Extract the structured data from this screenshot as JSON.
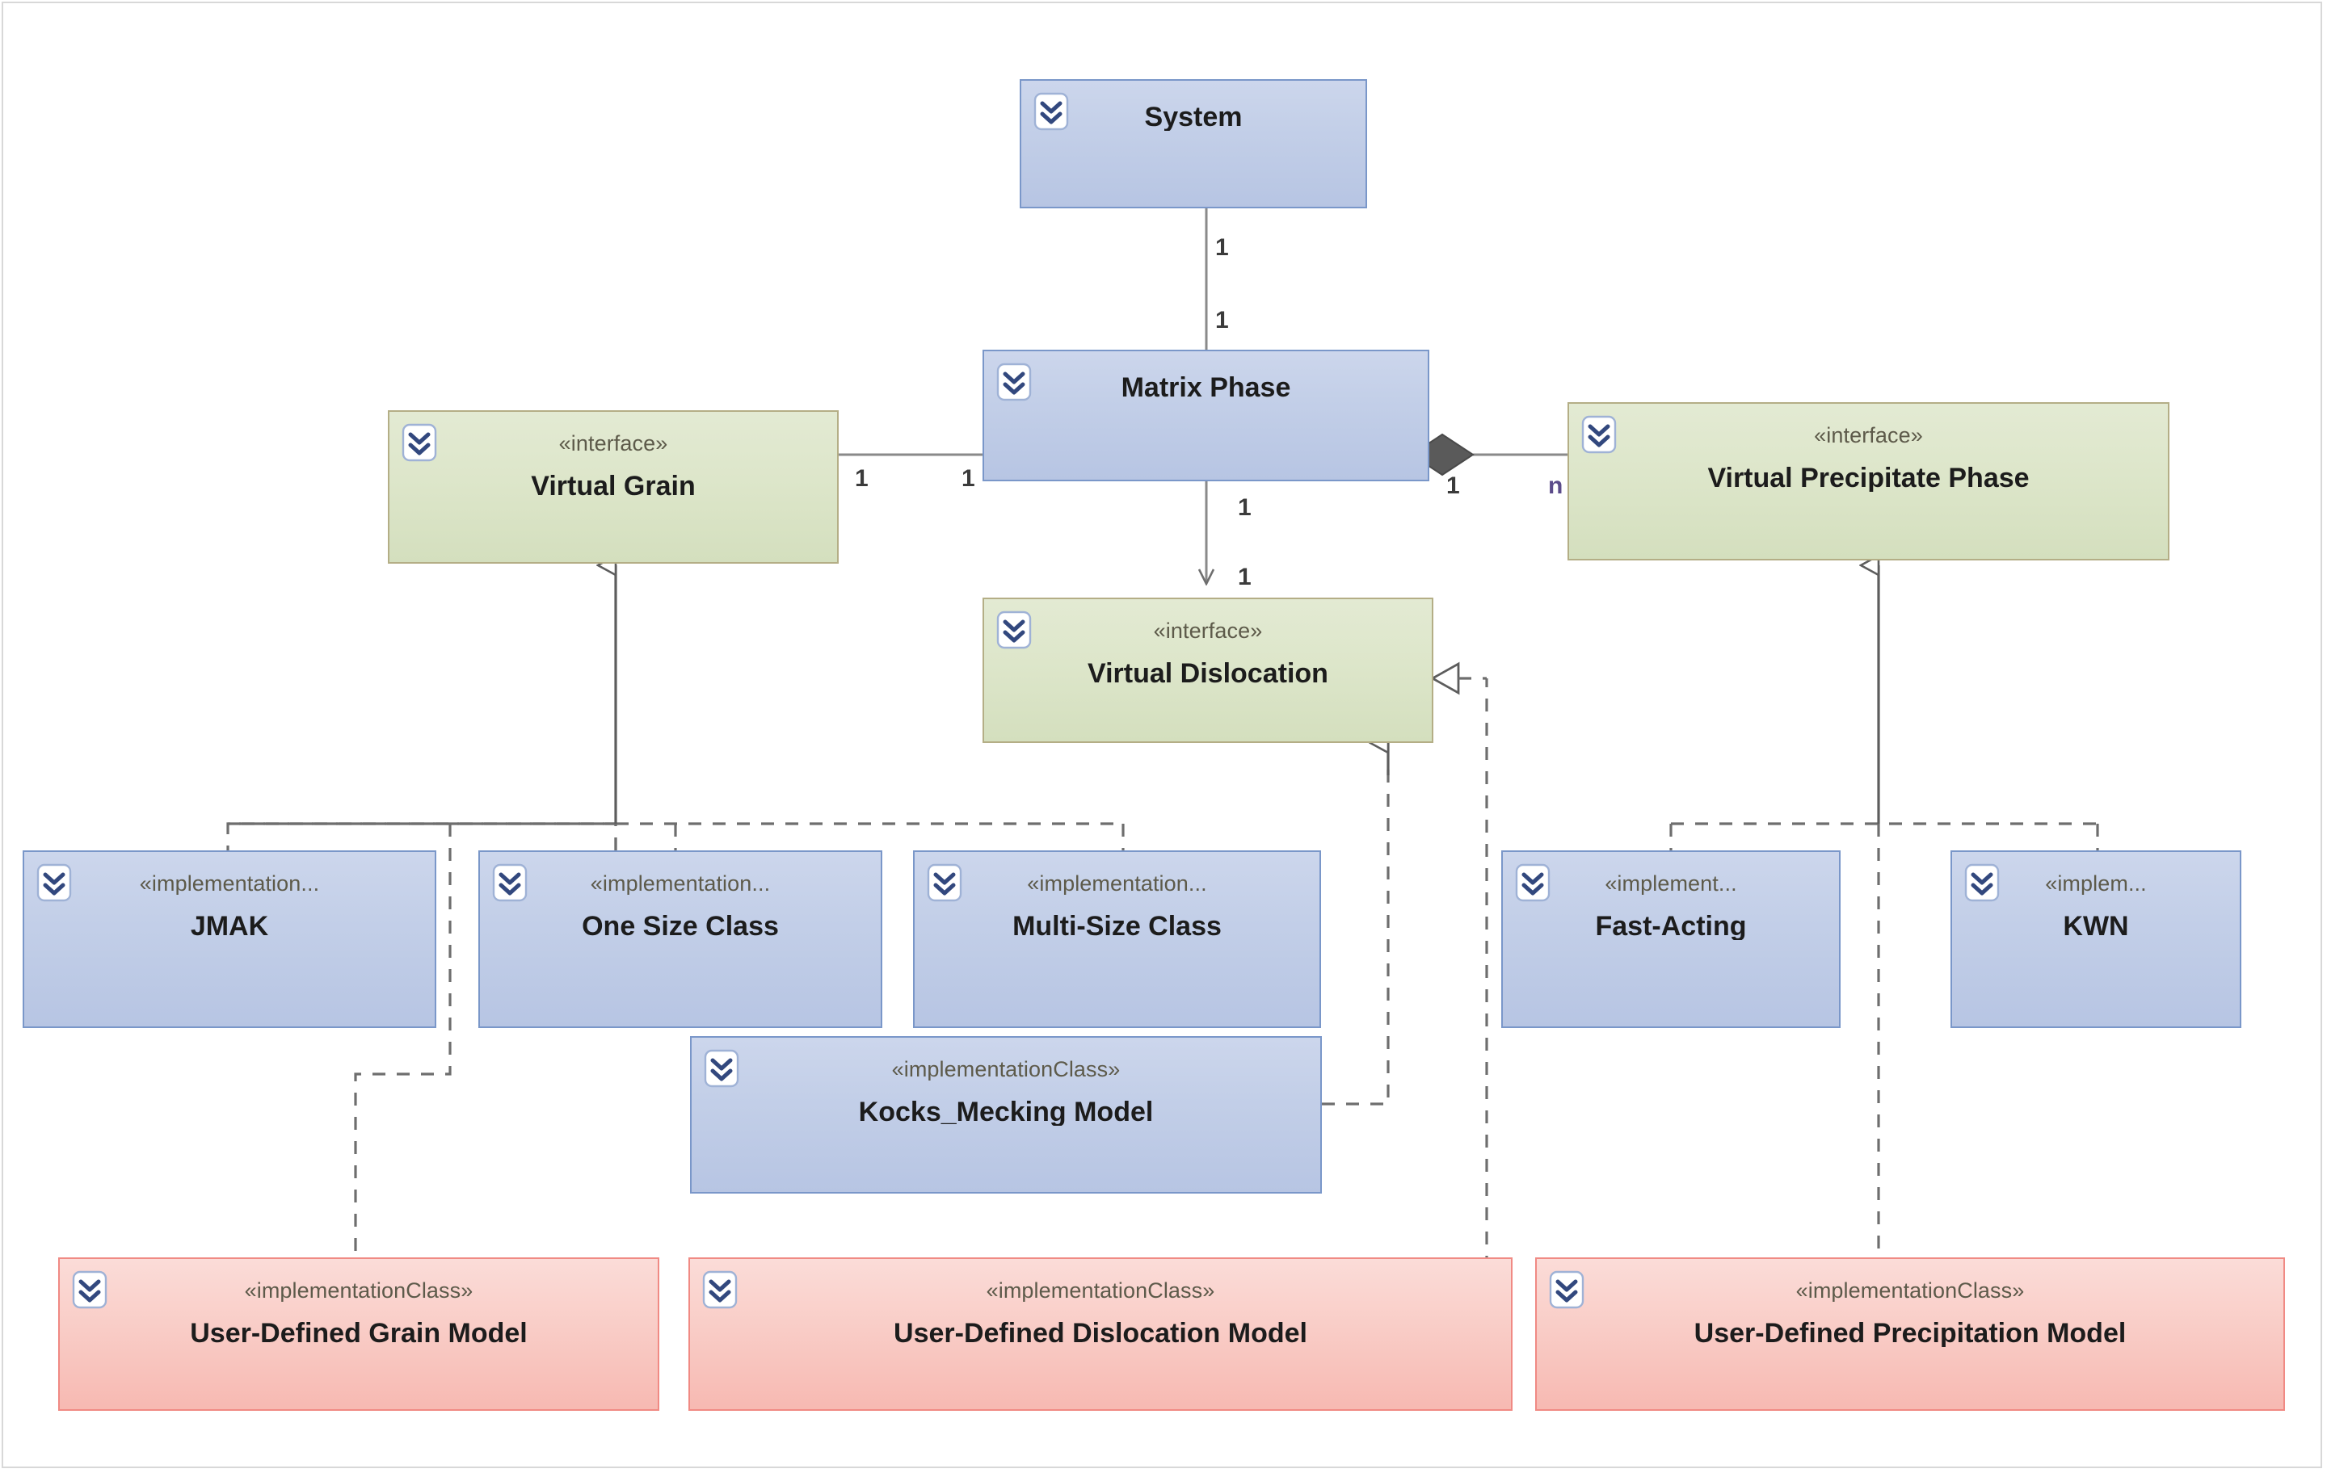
{
  "diagram": {
    "type": "uml-class-diagram",
    "title": "",
    "stereotypes": {
      "interface": "«interface»",
      "implementationClass": "«implementationClass»",
      "implementationTrunc": "«implementation...",
      "implementTrunc": "«implement...",
      "implemTrunc": "«implem..."
    },
    "icon_name": "double-chevron-down-icon",
    "colors": {
      "blue_fill": "#c3cfe8",
      "blue_border": "#7a97c9",
      "green_fill": "#dde6ca",
      "green_border": "#b4ae86",
      "pink_fill": "#f9cdc7",
      "pink_border": "#f08a84",
      "line": "#7a7a7a",
      "diamond": "#5a5a5a"
    },
    "nodes": [
      {
        "id": "system",
        "stereotype": "",
        "name": "System"
      },
      {
        "id": "matrix-phase",
        "stereotype": "",
        "name": "Matrix Phase"
      },
      {
        "id": "virtual-grain",
        "stereotype": "«interface»",
        "name": "Virtual Grain"
      },
      {
        "id": "virtual-precipitate-phase",
        "stereotype": "«interface»",
        "name": "Virtual Precipitate Phase"
      },
      {
        "id": "virtual-dislocation",
        "stereotype": "«interface»",
        "name": "Virtual Dislocation"
      },
      {
        "id": "jmak",
        "stereotype": "«implementation...",
        "name": "JMAK"
      },
      {
        "id": "one-size-class",
        "stereotype": "«implementation...",
        "name": "One Size Class"
      },
      {
        "id": "multi-size-class",
        "stereotype": "«implementation...",
        "name": "Multi-Size Class"
      },
      {
        "id": "fast-acting",
        "stereotype": "«implement...",
        "name": "Fast-Acting"
      },
      {
        "id": "kwn",
        "stereotype": "«implem...",
        "name": "KWN"
      },
      {
        "id": "kocks-mecking-model",
        "stereotype": "«implementationClass»",
        "name": "Kocks_Mecking Model"
      },
      {
        "id": "user-defined-grain-model",
        "stereotype": "«implementationClass»",
        "name": "User-Defined Grain Model"
      },
      {
        "id": "user-defined-dislocation-model",
        "stereotype": "«implementationClass»",
        "name": "User-Defined Dislocation Model"
      },
      {
        "id": "user-defined-precipitation-model",
        "stereotype": "«implementationClass»",
        "name": "User-Defined Precipitation Model"
      }
    ],
    "multiplicities": {
      "system_to_matrix_top": "1",
      "system_to_matrix_bottom": "1",
      "grain_side": "1",
      "matrix_left_side": "1",
      "matrix_bottom": "1",
      "dislocation_top": "1",
      "matrix_right_side": "1",
      "precipitate_side": "n"
    },
    "relations": [
      {
        "from": "system",
        "to": "matrix-phase",
        "kind": "association",
        "source_mult": "1",
        "target_mult": "1"
      },
      {
        "from": "virtual-grain",
        "to": "matrix-phase",
        "kind": "association",
        "source_mult": "1",
        "target_mult": "1"
      },
      {
        "from": "matrix-phase",
        "to": "virtual-dislocation",
        "kind": "directed-association",
        "source_mult": "1",
        "target_mult": "1"
      },
      {
        "from": "matrix-phase",
        "to": "virtual-precipitate-phase",
        "kind": "composition",
        "source_mult": "1",
        "target_mult": "n"
      },
      {
        "from": "jmak",
        "to": "virtual-grain",
        "kind": "realization"
      },
      {
        "from": "one-size-class",
        "to": "virtual-grain",
        "kind": "realization"
      },
      {
        "from": "multi-size-class",
        "to": "virtual-grain",
        "kind": "realization"
      },
      {
        "from": "user-defined-grain-model",
        "to": "virtual-grain",
        "kind": "realization"
      },
      {
        "from": "kocks-mecking-model",
        "to": "virtual-dislocation",
        "kind": "realization"
      },
      {
        "from": "user-defined-dislocation-model",
        "to": "virtual-dislocation",
        "kind": "realization"
      },
      {
        "from": "fast-acting",
        "to": "virtual-precipitate-phase",
        "kind": "realization"
      },
      {
        "from": "kwn",
        "to": "virtual-precipitate-phase",
        "kind": "realization"
      },
      {
        "from": "user-defined-precipitation-model",
        "to": "virtual-precipitate-phase",
        "kind": "realization"
      }
    ]
  }
}
